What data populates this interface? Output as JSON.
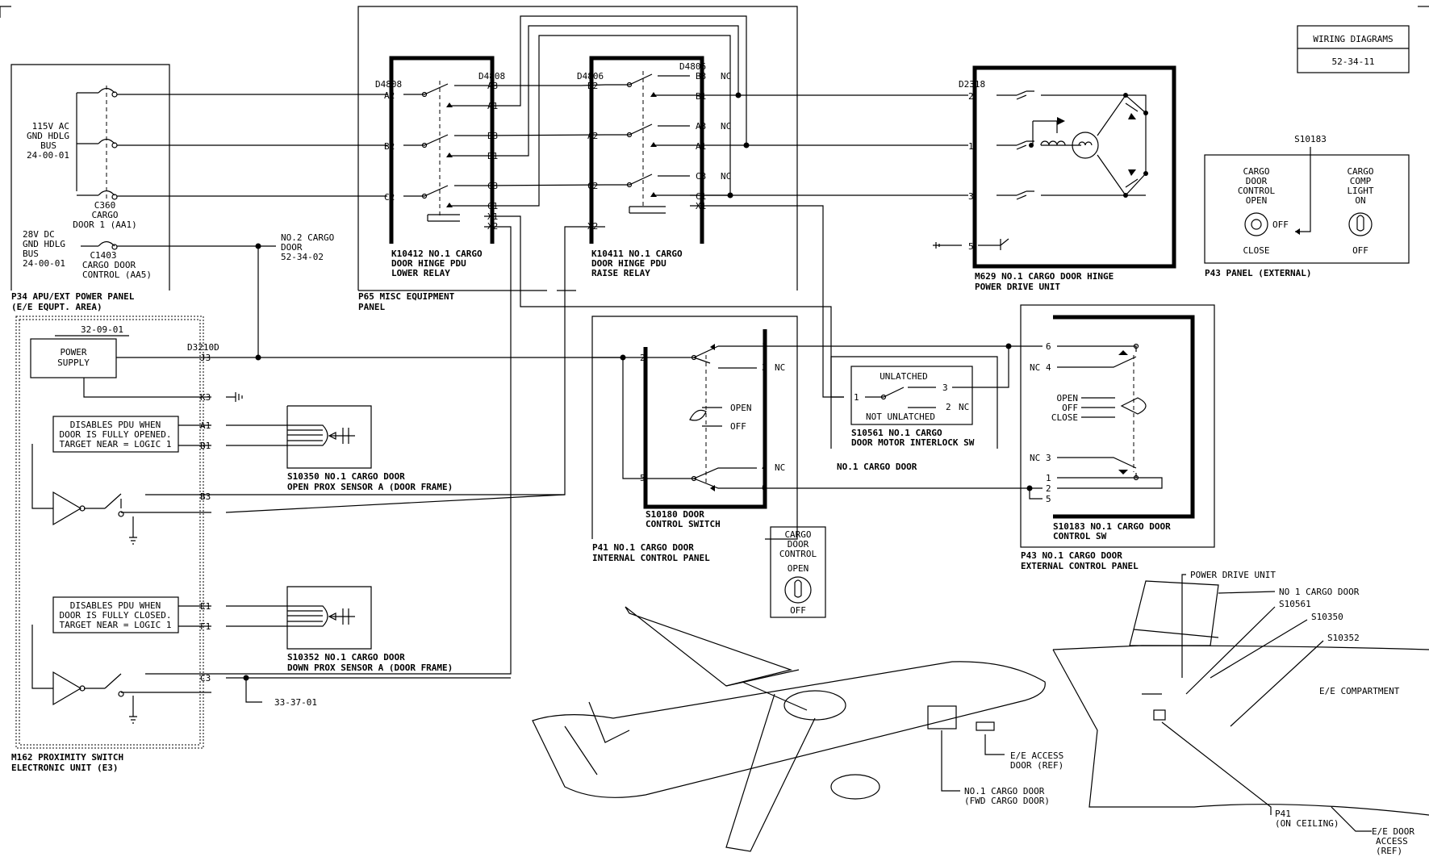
{
  "header": {
    "title": "WIRING DIAGRAMS",
    "number": "52-34-11"
  },
  "p34": {
    "bus115": [
      "115V AC",
      "GND HDLG",
      "BUS",
      "24-00-01"
    ],
    "c360": [
      "C360",
      "CARGO",
      "DOOR 1 (AA1)"
    ],
    "bus28": [
      "28V DC",
      "GND HDLG",
      "BUS",
      "24-00-01"
    ],
    "c1403": [
      "C1403",
      "CARGO DOOR",
      "CONTROL (AA5)"
    ],
    "ref_no2": [
      "NO.2 CARGO",
      "DOOR",
      "52-34-02"
    ],
    "name": [
      "P34  APU/EXT POWER PANEL",
      "(E/E EQUPT. AREA)"
    ]
  },
  "m162": {
    "ref": "32-09-01",
    "connector": "D3210D",
    "power_supply": [
      "POWER",
      "SUPPLY"
    ],
    "pins": {
      "j3": "J3",
      "k3": "K3",
      "a1": "A1",
      "b1": "B1",
      "b3": "B3",
      "e1": "E1",
      "f1": "F1",
      "c3": "C3"
    },
    "note_open": [
      "DISABLES PDU WHEN",
      "DOOR IS FULLY OPENED.",
      "TARGET NEAR = LOGIC 1"
    ],
    "note_closed": [
      "DISABLES PDU WHEN",
      "DOOR IS FULLY CLOSED.",
      "TARGET NEAR = LOGIC 1"
    ],
    "ref_3337": "33-37-01",
    "name": [
      "M162  PROXIMITY SWITCH",
      "ELECTRONIC UNIT (E3)"
    ]
  },
  "sensors": {
    "s10350": [
      "S10350  NO.1 CARGO DOOR",
      "OPEN PROX SENSOR A (DOOR FRAME)"
    ],
    "s10352": [
      "S10352  NO.1 CARGO DOOR",
      "DOWN PROX SENSOR A (DOOR FRAME)"
    ]
  },
  "p65": {
    "k10412": {
      "conn_left": "D4808",
      "conn_right": "D4808",
      "pins_left": [
        "A2",
        "B2",
        "C2"
      ],
      "pins_right": [
        "A3",
        "A1",
        "B3",
        "B1",
        "C3",
        "C1",
        "X1",
        "X2"
      ],
      "name": [
        "K10412  NO.1 CARGO",
        "DOOR HINGE PDU",
        "LOWER RELAY"
      ]
    },
    "k10411": {
      "conn_left": "D4806",
      "conn_right": "D4806",
      "pins_left": [
        "B2",
        "A2",
        "C2",
        "X2"
      ],
      "pins_right": [
        "B3",
        "B1",
        "A3",
        "A1",
        "C3",
        "C1",
        "X1"
      ],
      "nc": "NC",
      "name": [
        "K10411  NO.1 CARGO",
        "DOOR HINGE PDU",
        "RAISE RELAY"
      ]
    },
    "name": [
      "P65  MISC EQUIPMENT",
      "PANEL"
    ]
  },
  "m629": {
    "connector": "D2318",
    "pins": [
      "2",
      "1",
      "3",
      "5"
    ],
    "name": [
      "M629  NO.1 CARGO DOOR HINGE",
      "POWER DRIVE UNIT"
    ]
  },
  "p43ext": {
    "ref": "S10183",
    "sw1": [
      "CARGO",
      "DOOR",
      "CONTROL",
      "OPEN"
    ],
    "sw1_off": "OFF",
    "sw1_close": "CLOSE",
    "sw2": [
      "CARGO",
      "COMP",
      "LIGHT",
      "ON"
    ],
    "sw2_off": "OFF",
    "name": "P43 PANEL (EXTERNAL)"
  },
  "p41": {
    "pins_left": [
      "2",
      "5"
    ],
    "pins_right": [
      "1",
      "3",
      "4",
      "6"
    ],
    "nc": "NC",
    "open": "OPEN",
    "off": "OFF",
    "s10180": [
      "S10180  DOOR",
      "CONTROL SWITCH"
    ],
    "name": [
      "P41    NO.1 CARGO DOOR",
      "INTERNAL CONTROL PANEL"
    ],
    "placard": [
      "CARGO",
      "DOOR",
      "CONTROL",
      "OPEN",
      "OFF"
    ]
  },
  "s10561": {
    "unlatched": "UNLATCHED",
    "not_unlatched": "NOT UNLATCHED",
    "pins": [
      "1",
      "3",
      "2"
    ],
    "nc": "NC",
    "name": [
      "S10561  NO.1 CARGO",
      "DOOR MOTOR INTERLOCK SW"
    ],
    "door": "NO.1 CARGO DOOR"
  },
  "p43": {
    "pins_top": [
      "6",
      "4",
      "3"
    ],
    "pins_bottom": [
      "1",
      "2",
      "5"
    ],
    "nc": "NC",
    "pos": [
      "OPEN",
      "OFF",
      "CLOSE"
    ],
    "s10183": [
      "S10183  NO.1 CARGO DOOR",
      "CONTROL SW"
    ],
    "name": [
      "P43    NO.1 CARGO DOOR",
      "EXTERNAL CONTROL PANEL"
    ]
  },
  "locator": {
    "pdu": "POWER DRIVE UNIT",
    "door": "NO 1 CARGO DOOR",
    "s10561": "S10561",
    "s10350": "S10350",
    "s10352": "S10352",
    "ee": "E/E COMPARTMENT",
    "p41": [
      "P41",
      "(ON CEILING)"
    ],
    "ee_door": [
      "E/E DOOR",
      "ACCESS",
      "(REF)"
    ],
    "ee_access": [
      "E/E ACCESS",
      "DOOR (REF)"
    ],
    "cargo_door": [
      "NO.1 CARGO DOOR",
      "(FWD CARGO DOOR)"
    ]
  }
}
